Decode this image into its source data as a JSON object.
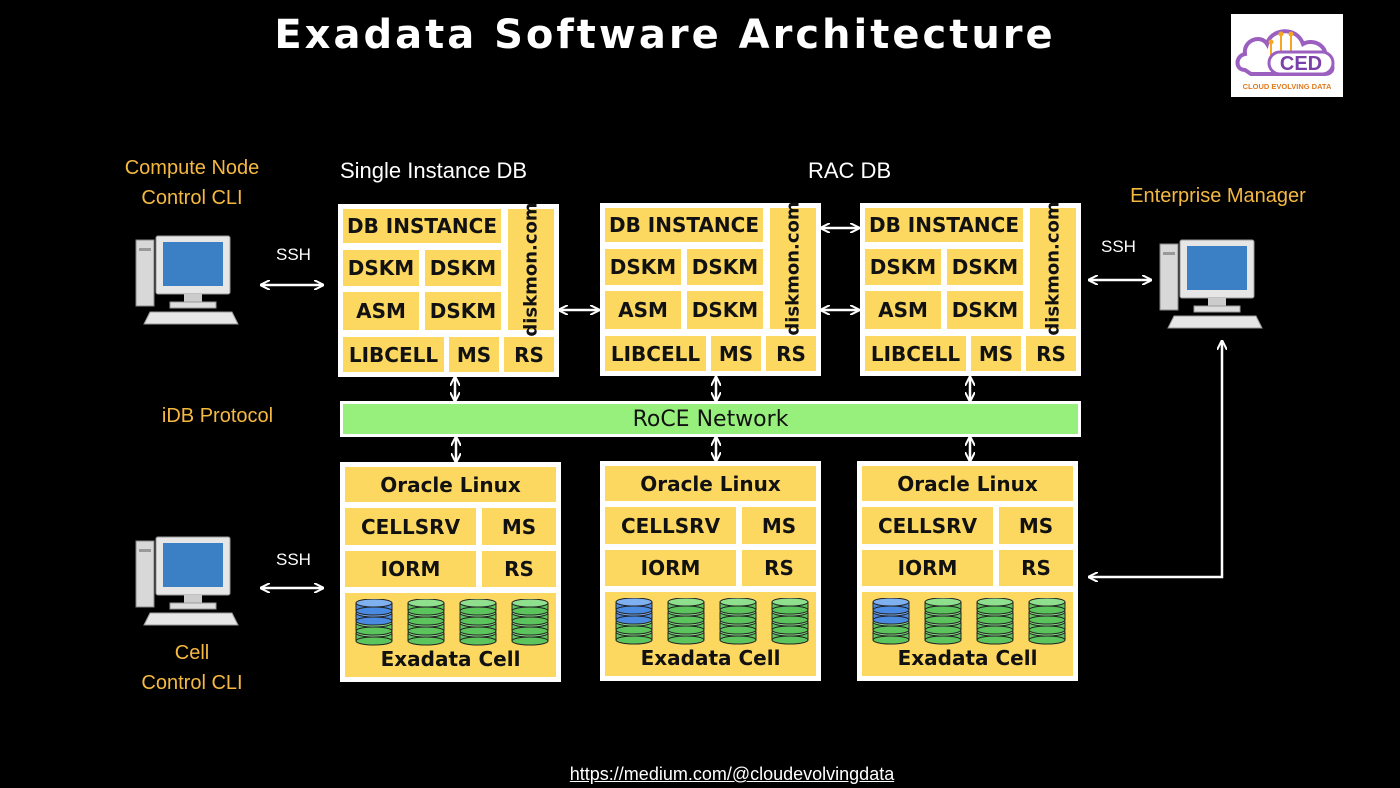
{
  "title": "Exadata Software Architecture",
  "labels": {
    "compute_cli_1": "Compute Node",
    "compute_cli_2": "Control CLI",
    "single_instance": "Single Instance DB",
    "rac": "RAC DB",
    "enterprise_manager": "Enterprise Manager",
    "idb_protocol": "iDB Protocol",
    "cell_cli_1": "Cell",
    "cell_cli_2": "Control CLI",
    "ssh": "SSH",
    "roce": "RoCE Network",
    "url": "https://medium.com/@cloudevolvingdata"
  },
  "db_node": {
    "db_instance": "DB INSTANCE",
    "dskm": "DSKM",
    "asm": "ASM",
    "libcell": "LIBCELL",
    "ms": "MS",
    "rs": "RS",
    "diskmon": "diskmon.com"
  },
  "cell_node": {
    "os": "Oracle Linux",
    "cellsrv": "CELLSRV",
    "ms": "MS",
    "iorm": "IORM",
    "rs": "RS",
    "name": "Exadata Cell"
  },
  "logo": {
    "abbr": "CED",
    "tagline": "CLOUD EVOLVING DATA"
  },
  "colors": {
    "box": "#fcd860",
    "network": "#98f07c",
    "accent": "#f5b942",
    "background": "#000000"
  }
}
